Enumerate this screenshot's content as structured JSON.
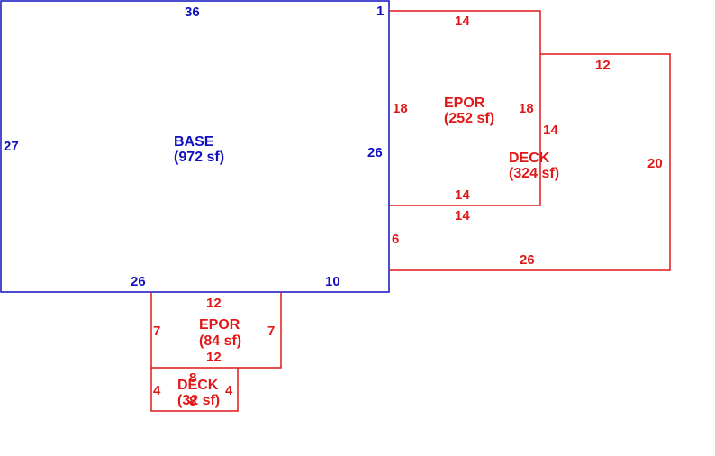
{
  "colors": {
    "base": "#1010c0",
    "addition": "#e01818"
  },
  "areas": {
    "base": {
      "name": "BASE",
      "area": "(972 sf)"
    },
    "epor_right": {
      "name": "EPOR",
      "area": "(252 sf)"
    },
    "deck_right": {
      "name": "DECK",
      "area": "(324 sf)"
    },
    "epor_bottom": {
      "name": "EPOR",
      "area": "(84 sf)"
    },
    "deck_bottom": {
      "name": "DECK",
      "area": "(32 sf)"
    }
  },
  "dimensions": {
    "base_top": "36",
    "base_top_right": "1",
    "base_left": "27",
    "base_right": "26",
    "base_bottom_left": "26",
    "base_bottom_right": "10",
    "epor_right_top": "14",
    "epor_right_left": "18",
    "epor_right_right": "18",
    "epor_right_bottom": "14",
    "deck_right_top": "12",
    "deck_right_inner": "14",
    "deck_right_right": "20",
    "deck_right_upper_bottom": "14",
    "deck_right_left": "6",
    "deck_right_bottom": "26",
    "epor_bottom_top": "12",
    "epor_bottom_left": "7",
    "epor_bottom_right": "7",
    "epor_bottom_bottom": "12",
    "deck_bottom_top": "8",
    "deck_bottom_left": "4",
    "deck_bottom_right": "4",
    "deck_bottom_bottom": "8"
  }
}
